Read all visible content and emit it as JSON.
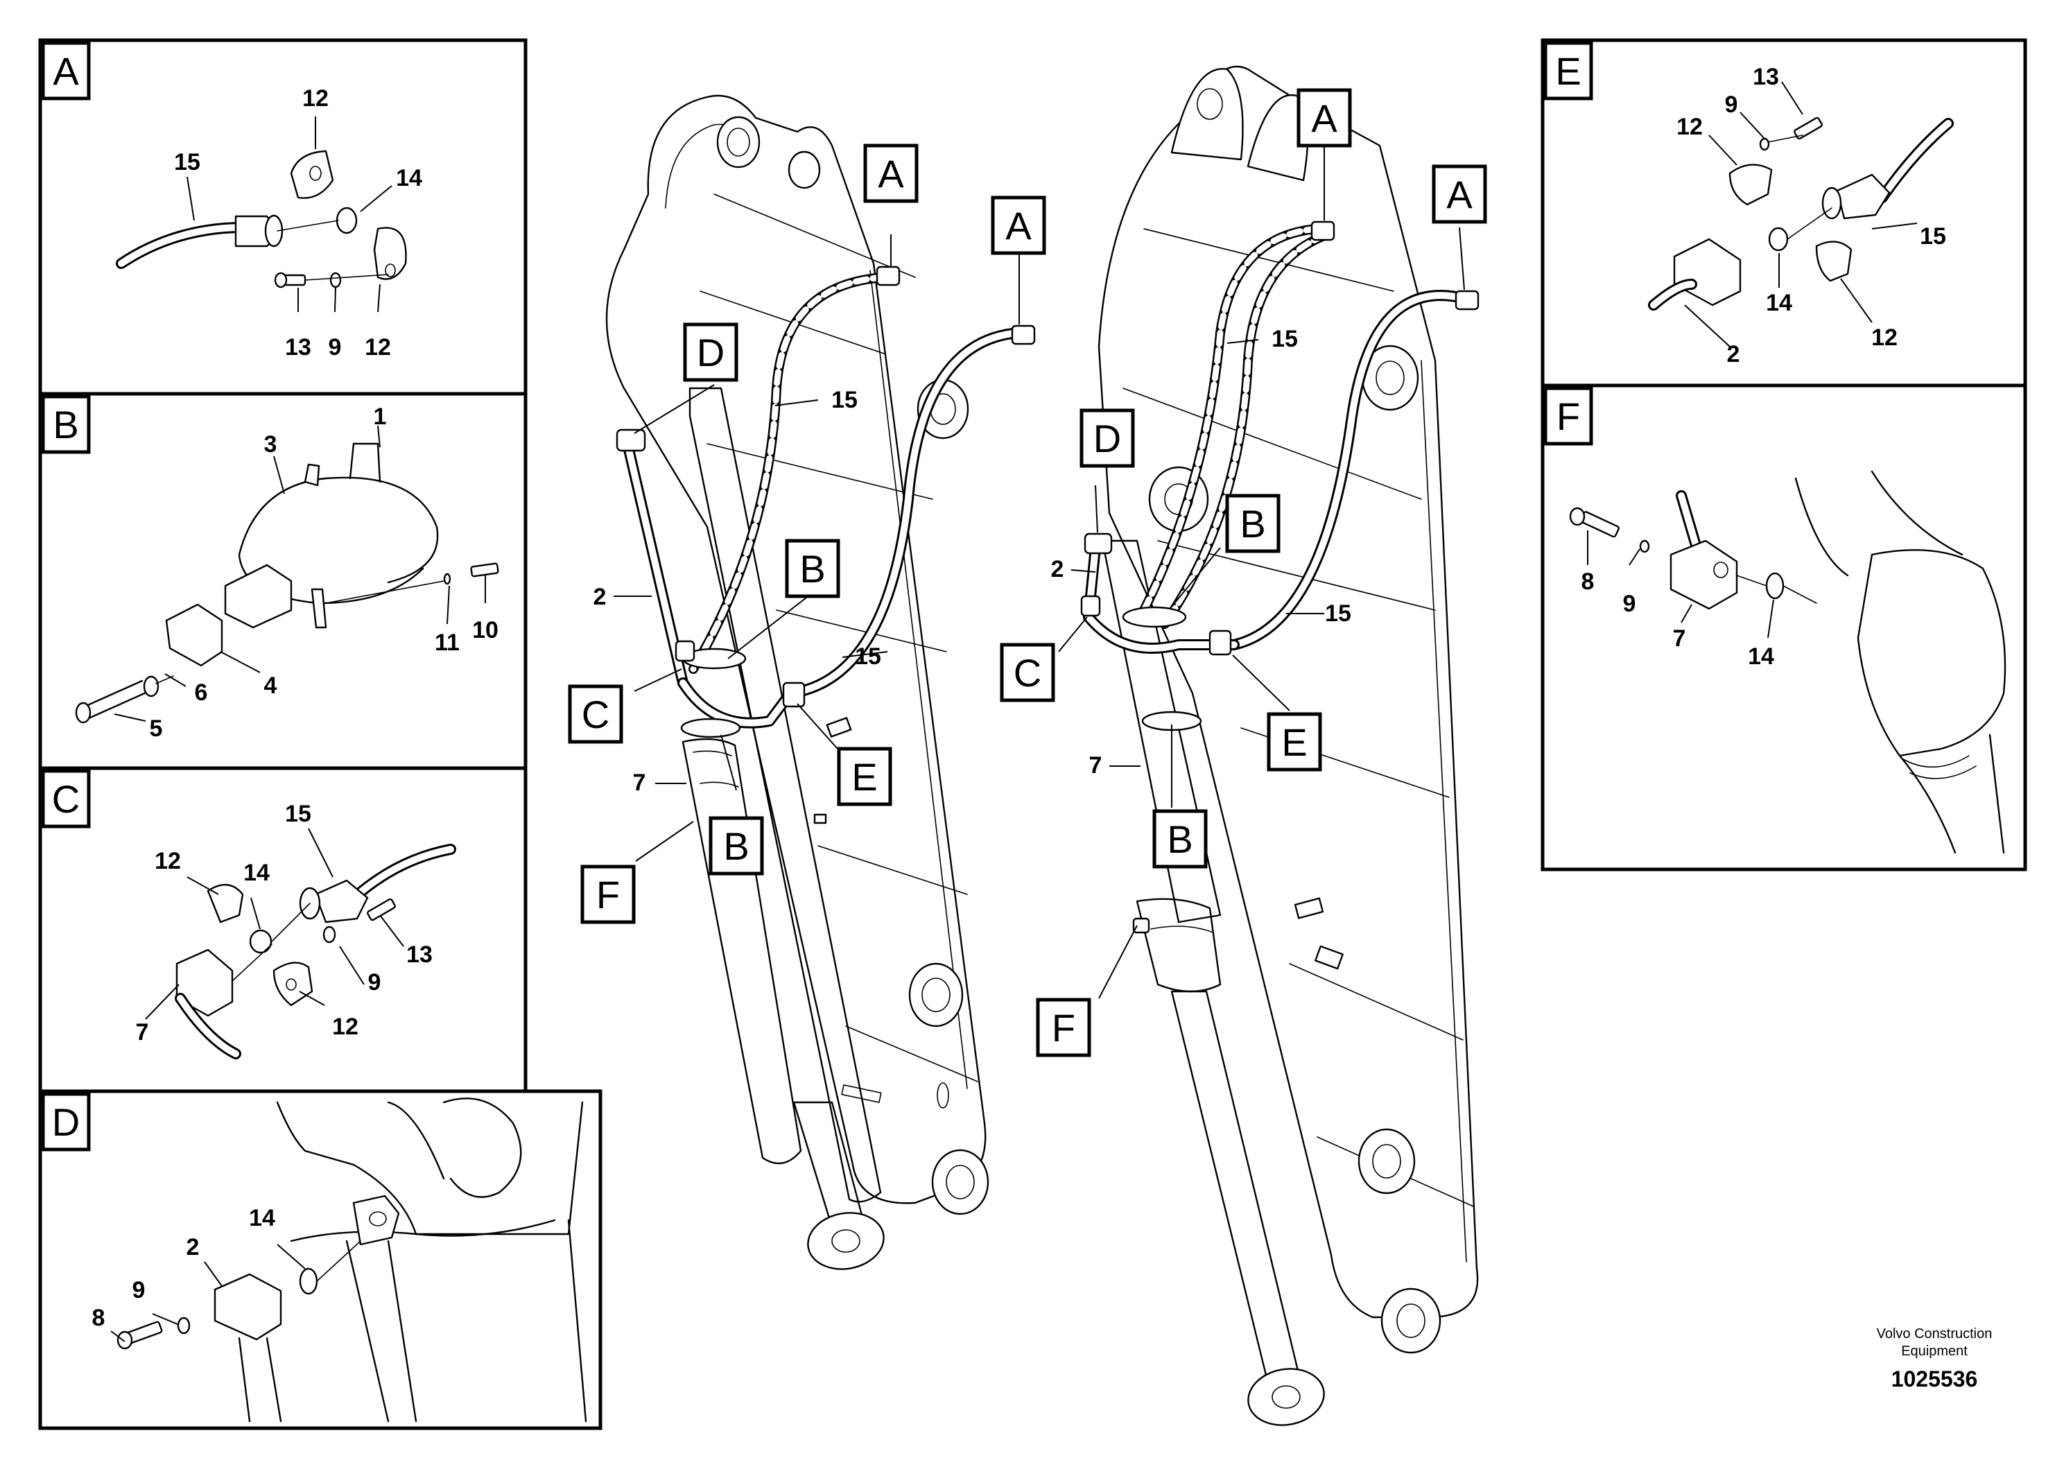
{
  "panels": {
    "A": {
      "label": "A",
      "callouts": [
        "12",
        "15",
        "14",
        "13",
        "9",
        "12"
      ]
    },
    "B": {
      "label": "B",
      "callouts": [
        "3",
        "1",
        "11",
        "10",
        "6",
        "4",
        "5"
      ]
    },
    "C": {
      "label": "C",
      "callouts": [
        "15",
        "12",
        "14",
        "13",
        "9",
        "12",
        "7"
      ]
    },
    "D": {
      "label": "D",
      "callouts": [
        "14",
        "2",
        "9",
        "8"
      ]
    },
    "E": {
      "label": "E",
      "callouts": [
        "13",
        "9",
        "12",
        "15",
        "14",
        "12",
        "2"
      ]
    },
    "F": {
      "label": "F",
      "callouts": [
        "8",
        "9",
        "7",
        "14"
      ]
    }
  },
  "main_left": {
    "tags": [
      "A",
      "A",
      "D",
      "B",
      "C",
      "E",
      "B",
      "F"
    ],
    "callouts": [
      "15",
      "2",
      "15",
      "7"
    ]
  },
  "main_right": {
    "tags": [
      "A",
      "A",
      "D",
      "B",
      "C",
      "E",
      "B",
      "F"
    ],
    "callouts": [
      "15",
      "2",
      "15",
      "7"
    ]
  },
  "footer": {
    "brand_line1": "Volvo Construction",
    "brand_line2": "Equipment",
    "reference": "1025536"
  }
}
